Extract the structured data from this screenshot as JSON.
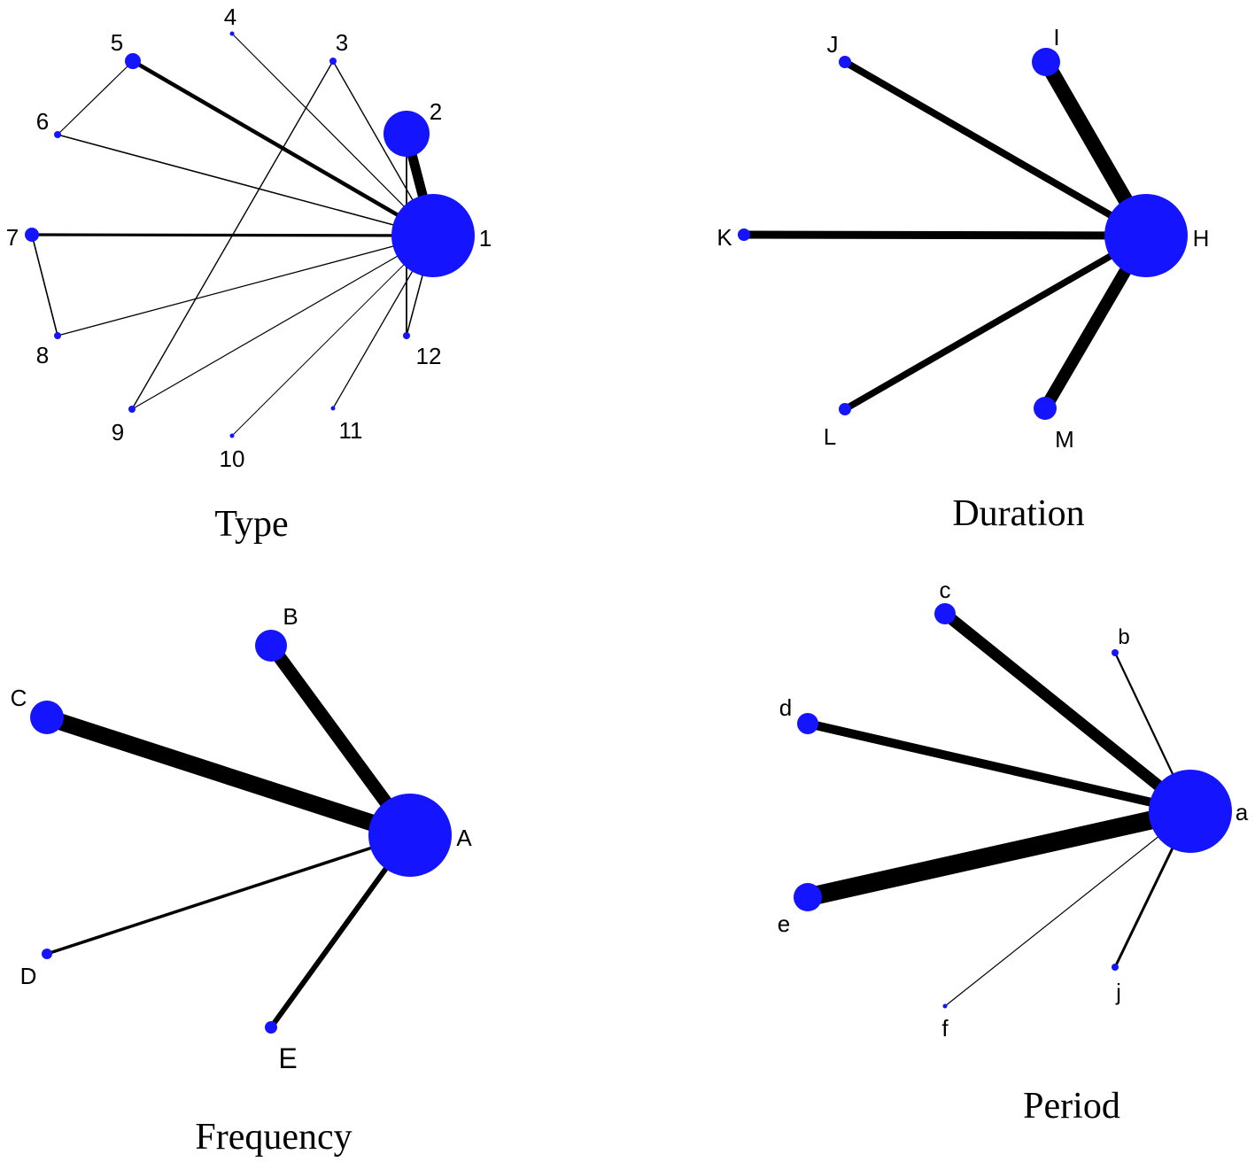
{
  "colors": {
    "node": "#1414ff",
    "edge": "#000000",
    "text": "#000000",
    "background": "#ffffff"
  },
  "panels": [
    {
      "id": "type",
      "title": "Type",
      "nodes": [
        {
          "id": "1",
          "label": "1"
        },
        {
          "id": "2",
          "label": "2"
        },
        {
          "id": "3",
          "label": "3"
        },
        {
          "id": "4",
          "label": "4"
        },
        {
          "id": "5",
          "label": "5"
        },
        {
          "id": "6",
          "label": "6"
        },
        {
          "id": "7",
          "label": "7"
        },
        {
          "id": "8",
          "label": "8"
        },
        {
          "id": "9",
          "label": "9"
        },
        {
          "id": "10",
          "label": "10"
        },
        {
          "id": "11",
          "label": "11"
        },
        {
          "id": "12",
          "label": "12"
        }
      ],
      "edges": [
        {
          "from": "1",
          "to": "2"
        },
        {
          "from": "1",
          "to": "3"
        },
        {
          "from": "1",
          "to": "4"
        },
        {
          "from": "1",
          "to": "5"
        },
        {
          "from": "1",
          "to": "6"
        },
        {
          "from": "1",
          "to": "7"
        },
        {
          "from": "1",
          "to": "8"
        },
        {
          "from": "1",
          "to": "9"
        },
        {
          "from": "1",
          "to": "10"
        },
        {
          "from": "1",
          "to": "11"
        },
        {
          "from": "1",
          "to": "12"
        },
        {
          "from": "2",
          "to": "12"
        },
        {
          "from": "5",
          "to": "6"
        },
        {
          "from": "7",
          "to": "8"
        },
        {
          "from": "3",
          "to": "9"
        }
      ]
    },
    {
      "id": "duration",
      "title": "Duration",
      "nodes": [
        {
          "id": "H",
          "label": "H"
        },
        {
          "id": "I",
          "label": "I"
        },
        {
          "id": "J",
          "label": "J"
        },
        {
          "id": "K",
          "label": "K"
        },
        {
          "id": "L",
          "label": "L"
        },
        {
          "id": "M",
          "label": "M"
        }
      ],
      "edges": [
        {
          "from": "H",
          "to": "I"
        },
        {
          "from": "H",
          "to": "J"
        },
        {
          "from": "H",
          "to": "K"
        },
        {
          "from": "H",
          "to": "L"
        },
        {
          "from": "H",
          "to": "M"
        }
      ]
    },
    {
      "id": "frequency",
      "title": "Frequency",
      "nodes": [
        {
          "id": "A",
          "label": "A"
        },
        {
          "id": "B",
          "label": "B"
        },
        {
          "id": "C",
          "label": "C"
        },
        {
          "id": "D",
          "label": "D"
        },
        {
          "id": "E",
          "label": "E"
        }
      ],
      "edges": [
        {
          "from": "A",
          "to": "B"
        },
        {
          "from": "A",
          "to": "C"
        },
        {
          "from": "A",
          "to": "D"
        },
        {
          "from": "A",
          "to": "E"
        }
      ]
    },
    {
      "id": "period",
      "title": "Period",
      "nodes": [
        {
          "id": "a",
          "label": "a"
        },
        {
          "id": "b",
          "label": "b"
        },
        {
          "id": "c",
          "label": "c"
        },
        {
          "id": "d",
          "label": "d"
        },
        {
          "id": "e",
          "label": "e"
        },
        {
          "id": "f",
          "label": "f"
        },
        {
          "id": "j",
          "label": "j"
        }
      ],
      "edges": [
        {
          "from": "a",
          "to": "b"
        },
        {
          "from": "a",
          "to": "c"
        },
        {
          "from": "a",
          "to": "d"
        },
        {
          "from": "a",
          "to": "e"
        },
        {
          "from": "a",
          "to": "f"
        },
        {
          "from": "a",
          "to": "j"
        }
      ]
    }
  ]
}
